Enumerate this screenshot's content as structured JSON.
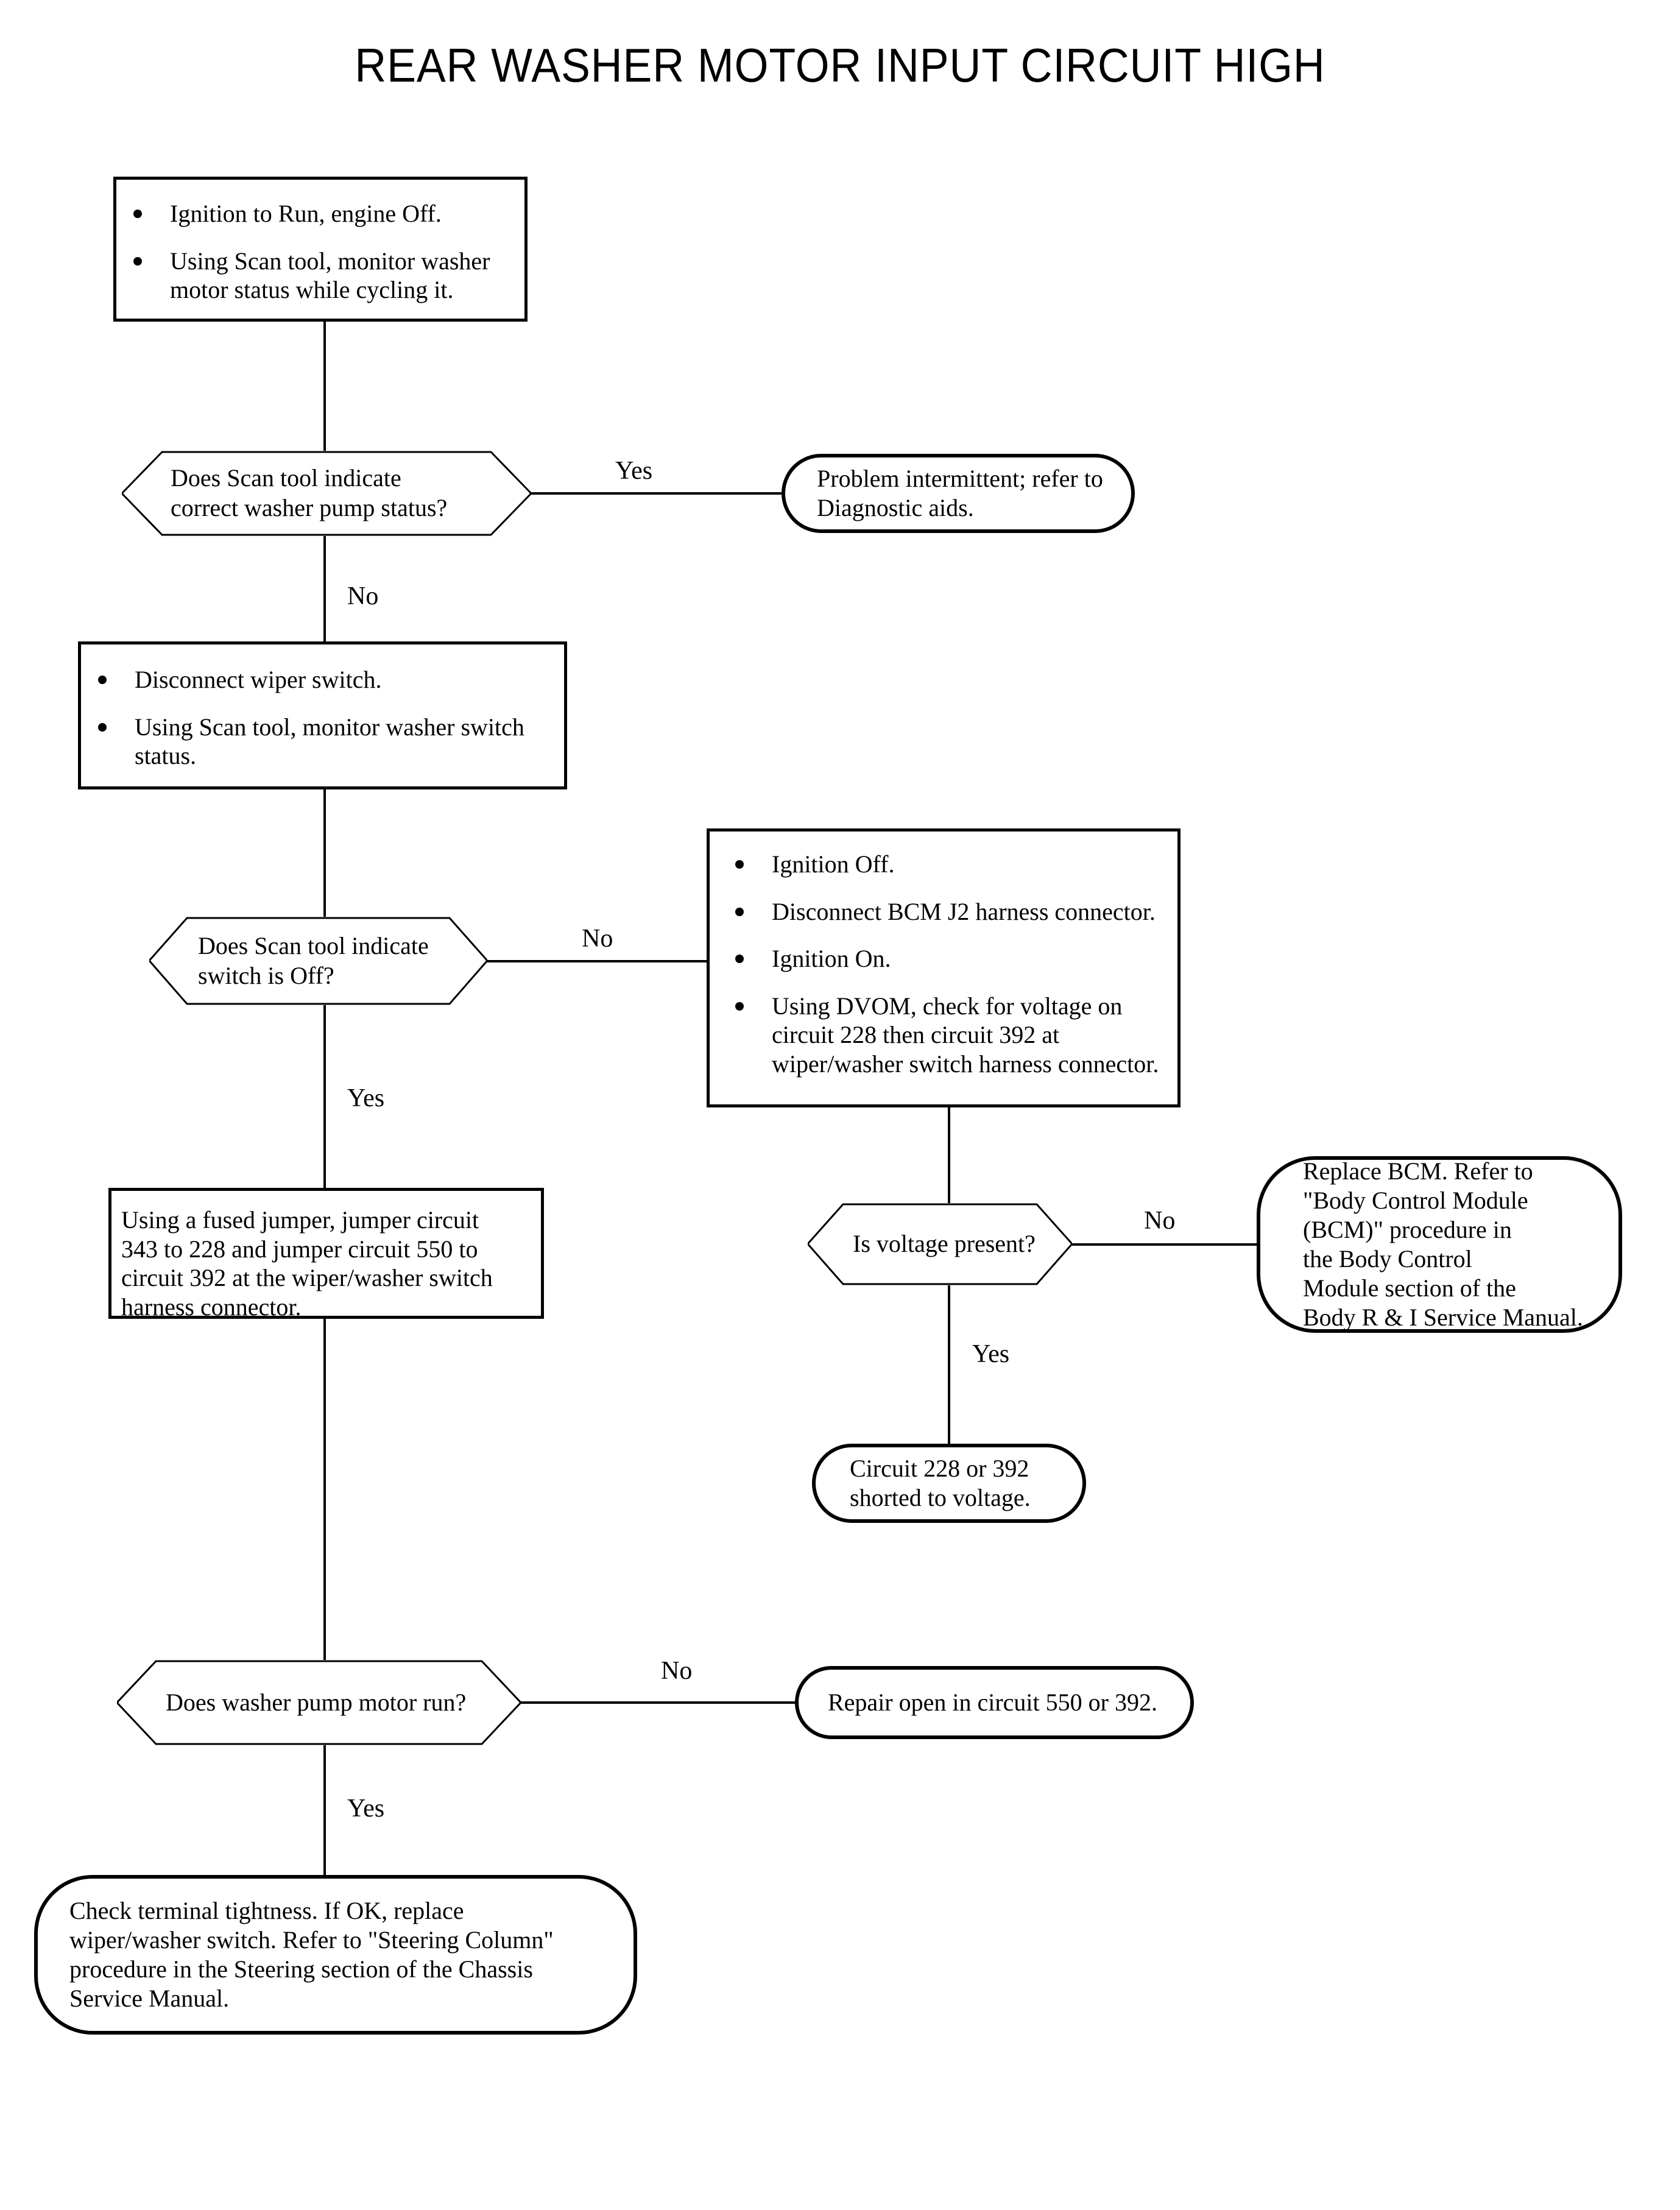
{
  "page": {
    "title": "REAR WASHER MOTOR INPUT CIRCUIT HIGH",
    "ink_color": "#000000",
    "background_color": "#ffffff"
  },
  "chart_data": {
    "type": "diagram",
    "subtype": "flowchart",
    "title": "REAR WASHER MOTOR INPUT CIRCUIT HIGH",
    "orientation": "top-down",
    "node_count": 12,
    "shapes_legend": {
      "rectangle": "process / action step",
      "hexagon": "decision question",
      "stadium": "terminator / outcome"
    }
  },
  "nodes": {
    "step1": {
      "shape": "rectangle",
      "bullets": [
        "Ignition to Run, engine Off.",
        "Using Scan tool, monitor washer motor status while cycling it."
      ]
    },
    "decision1": {
      "shape": "hexagon",
      "line1": "Does Scan tool indicate",
      "line2": "correct washer pump status?"
    },
    "outcome_intermittent": {
      "shape": "stadium",
      "line1": "Problem intermittent; refer to",
      "line2": "Diagnostic aids."
    },
    "step2": {
      "shape": "rectangle",
      "bullets": [
        "Disconnect wiper switch.",
        "Using Scan tool, monitor washer switch status."
      ]
    },
    "decision2": {
      "shape": "hexagon",
      "line1": "Does Scan tool indicate",
      "line2": "switch is Off?"
    },
    "step3": {
      "shape": "rectangle",
      "bullets": [
        "Ignition Off.",
        "Disconnect BCM J2 harness connector.",
        "Ignition On.",
        "Using DVOM, check for voltage on circuit 228 then circuit 392 at wiper/washer switch harness connector."
      ]
    },
    "step_jumper": {
      "shape": "rectangle",
      "line1": "Using a fused jumper, jumper circuit",
      "line2": "343 to 228 and jumper circuit 550 to",
      "line3": "circuit 392 at the wiper/washer switch",
      "line4": "harness connector."
    },
    "decision3": {
      "shape": "hexagon",
      "line1": "Is voltage present?"
    },
    "outcome_replace_bcm": {
      "shape": "stadium",
      "line1": "Replace BCM. Refer to",
      "line2": "\"Body Control Module",
      "line3": "(BCM)\" procedure in",
      "line4": "the Body Control",
      "line5": "Module section of the",
      "line6": "Body R & I Service Manual."
    },
    "outcome_shorted": {
      "shape": "stadium",
      "line1": "Circuit 228 or 392",
      "line2": "shorted to voltage."
    },
    "decision4": {
      "shape": "hexagon",
      "line1": "Does washer pump motor run?"
    },
    "outcome_repair_open": {
      "shape": "stadium",
      "line1": "Repair open in circuit 550 or 392."
    },
    "outcome_check_terminal": {
      "shape": "stadium",
      "line1": "Check terminal tightness. If OK, replace",
      "line2": "wiper/washer switch. Refer to \"Steering Column\"",
      "line3": "procedure in the Steering section of the Chassis",
      "line4": "Service Manual."
    }
  },
  "branch_labels": {
    "d1_yes": "Yes",
    "d1_no": "No",
    "d2_no": "No",
    "d2_yes": "Yes",
    "d3_no": "No",
    "d3_yes": "Yes",
    "d4_no": "No",
    "d4_yes": "Yes"
  }
}
